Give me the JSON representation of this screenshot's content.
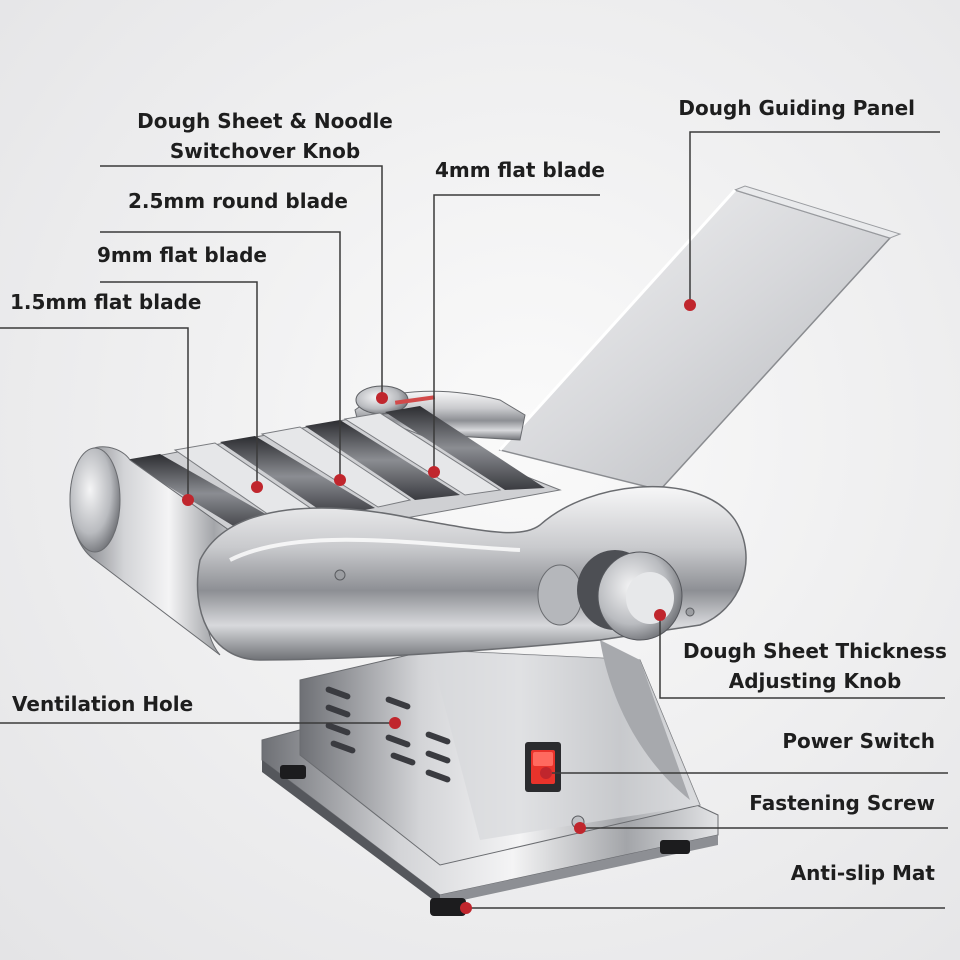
{
  "labels": {
    "switchover_knob_line1": "Dough Sheet & Noodle",
    "switchover_knob_line2": "Switchover Knob",
    "round_blade_2_5mm": "2.5mm round blade",
    "flat_blade_9mm": "9mm flat blade",
    "flat_blade_1_5mm": "1.5mm flat blade",
    "flat_blade_4mm": "4mm flat blade",
    "guiding_panel": "Dough Guiding Panel",
    "thickness_knob_line1": "Dough Sheet Thickness",
    "thickness_knob_line2": "Adjusting Knob",
    "ventilation_hole": "Ventilation Hole",
    "power_switch": "Power Switch",
    "fastening_screw": "Fastening Screw",
    "anti_slip_mat": "Anti-slip Mat"
  },
  "colors": {
    "marker": "#c0262d",
    "leader_line": "#3a3a3a",
    "label_text": "#1e1e1e",
    "power_switch": "#e8332b"
  }
}
